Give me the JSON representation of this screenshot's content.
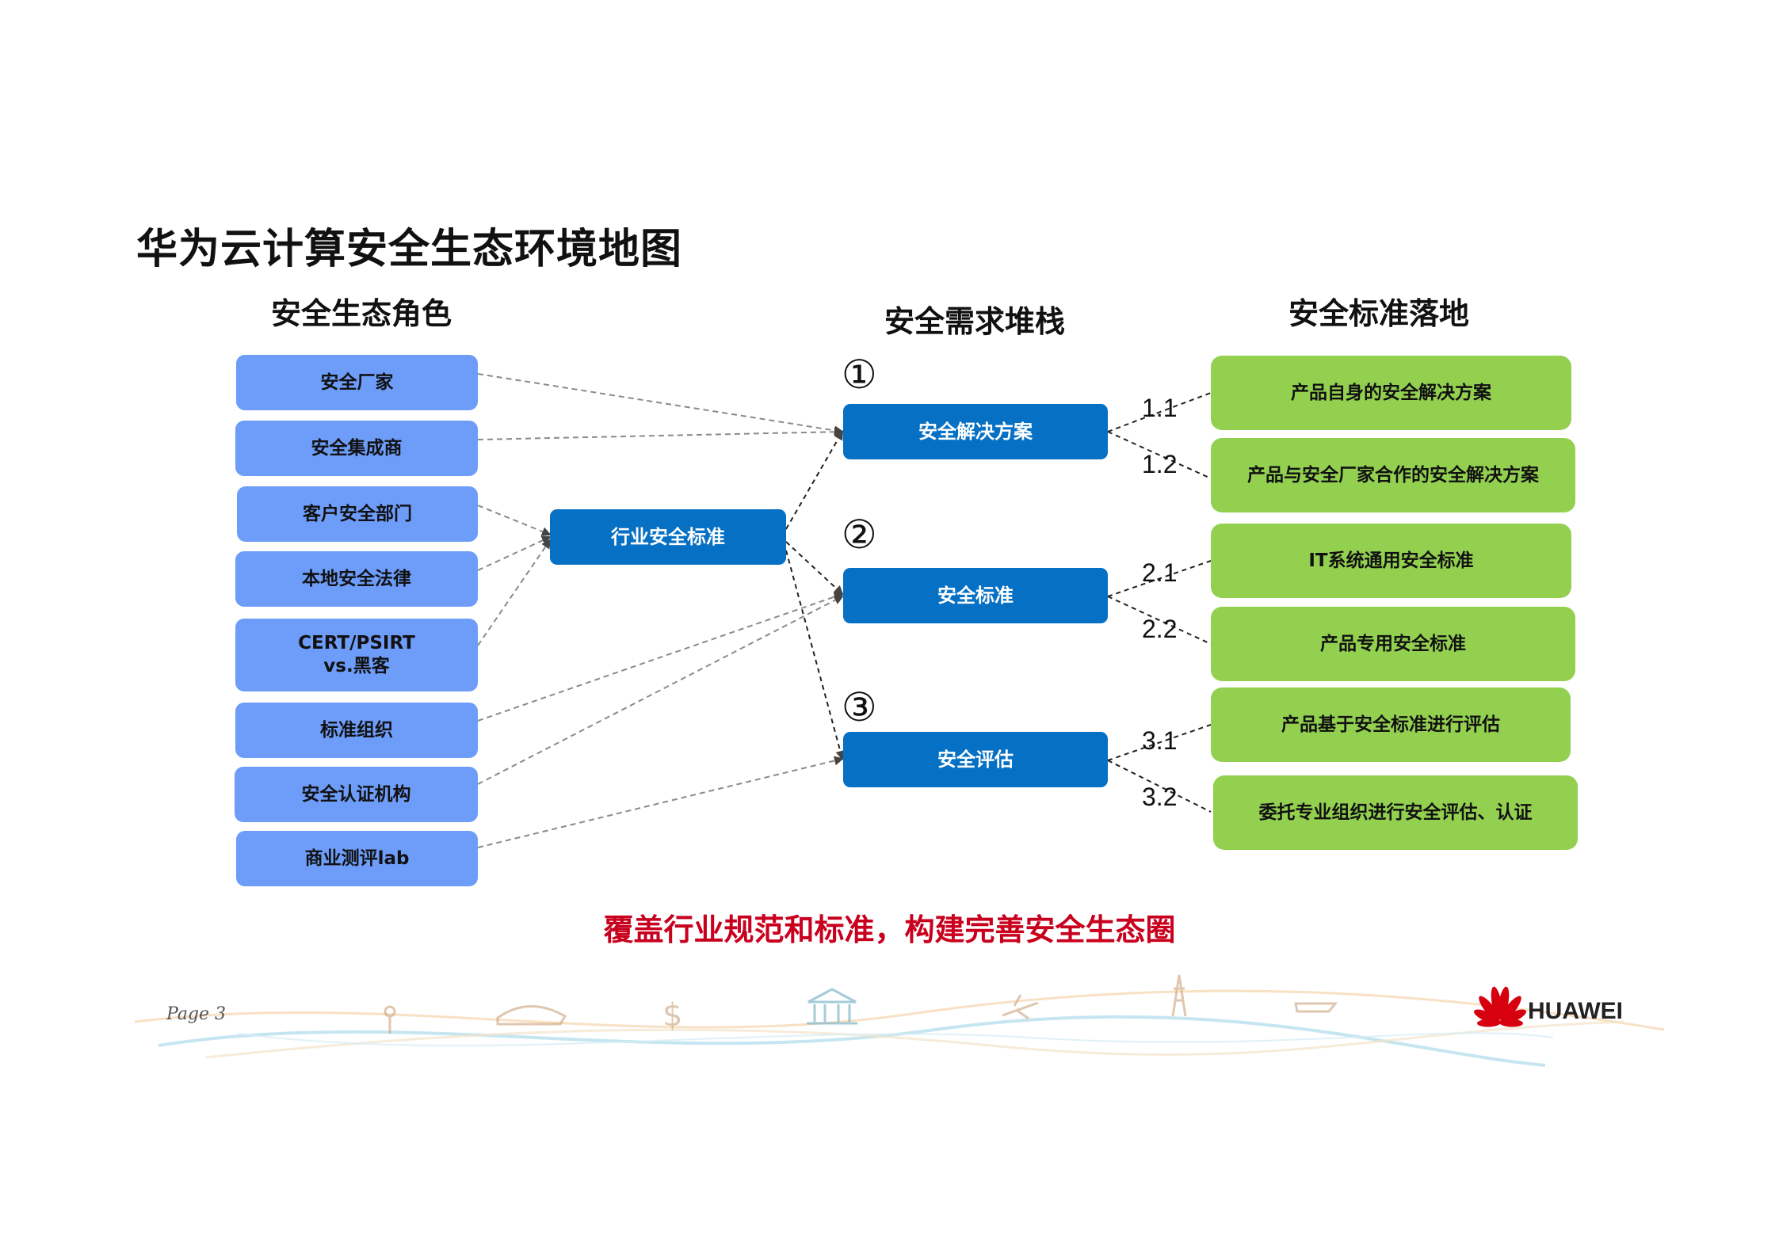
{
  "title": "华为云计算安全生态环境地图",
  "columns": {
    "roles_heading": "安全生态角色",
    "stack_heading": "安全需求堆栈",
    "standards_heading": "安全标准落地"
  },
  "roles": [
    "安全厂家",
    "安全集成商",
    "客户安全部门",
    "本地安全法律",
    "CERT/PSIRT\nvs.黑客",
    "标准组织",
    "安全认证机构",
    "商业测评lab"
  ],
  "industry_box": "行业安全标准",
  "stack": [
    {
      "number": "①",
      "label": "安全解决方案"
    },
    {
      "number": "②",
      "label": "安全标准"
    },
    {
      "number": "③",
      "label": "安全评估"
    }
  ],
  "branch_labels": [
    "1.1",
    "1.2",
    "2.1",
    "2.2",
    "3.1",
    "3.2"
  ],
  "outcomes": [
    "产品自身的安全解决方案",
    "产品与安全厂家合作的安全解决方案",
    "IT系统通用安全标准",
    "产品专用安全标准",
    "产品基于安全标准进行评估",
    "委托专业组织进行安全评估、认证"
  ],
  "slogan": "覆盖行业规范和标准，构建完善安全生态圈",
  "footer": {
    "page": "Page 3",
    "brand": "HUAWEI"
  },
  "colors": {
    "role_box": "#6d9cf9",
    "stack_box": "#0570c4",
    "outcome_box": "#93d050",
    "slogan": "#c8001e"
  }
}
